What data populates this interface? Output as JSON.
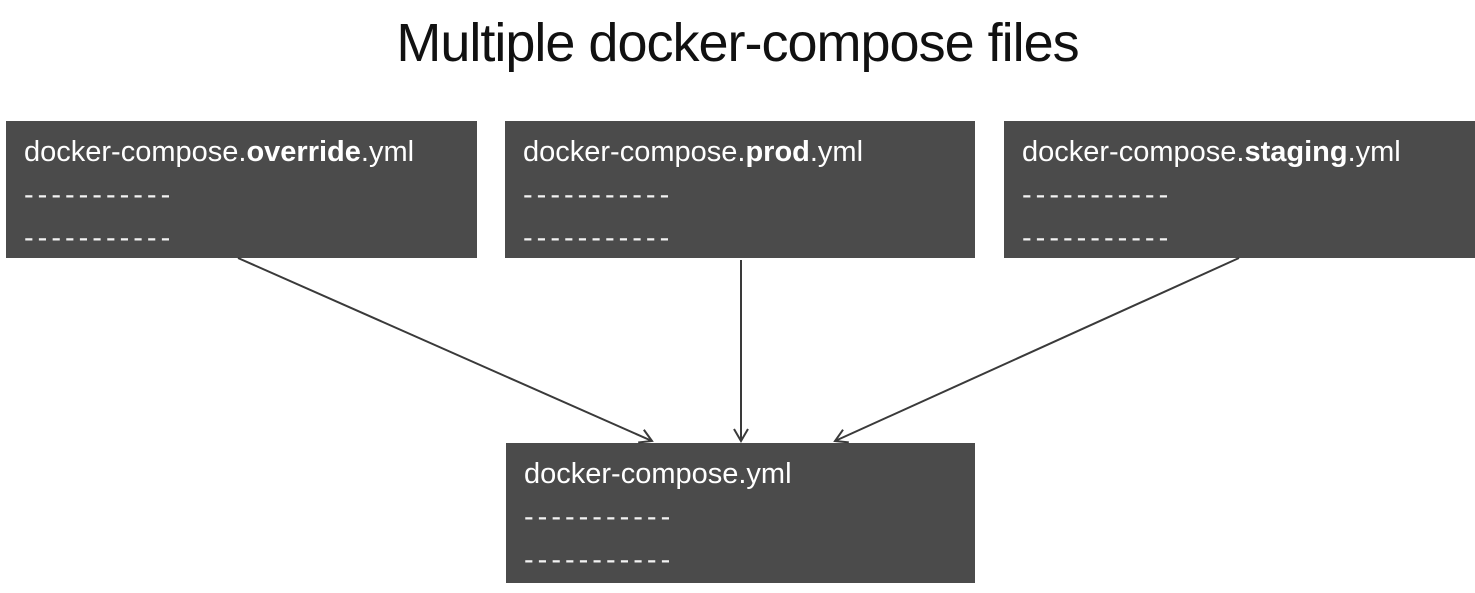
{
  "page": {
    "title": "Multiple docker-compose files"
  },
  "colors": {
    "box_background": "#4b4b4b",
    "box_text": "#ffffff",
    "arrow": "#3a3a3a",
    "title_text": "#111111",
    "page_background": "#ffffff"
  },
  "diagram": {
    "boxes": [
      {
        "id": "override",
        "prefix": "docker-compose.",
        "bold": "override",
        "suffix": ".yml",
        "line1": "-----------",
        "line2": "-----------"
      },
      {
        "id": "prod",
        "prefix": "docker-compose.",
        "bold": "prod",
        "suffix": ".yml",
        "line1": "-----------",
        "line2": "-----------"
      },
      {
        "id": "staging",
        "prefix": "docker-compose.",
        "bold": "staging",
        "suffix": ".yml",
        "line1": "-----------",
        "line2": "-----------"
      },
      {
        "id": "base",
        "prefix": "docker-compose.yml",
        "bold": "",
        "suffix": "",
        "line1": "-----------",
        "line2": "-----------"
      }
    ],
    "arrows": [
      {
        "from": "docker-compose.override.yml",
        "to": "docker-compose.yml"
      },
      {
        "from": "docker-compose.prod.yml",
        "to": "docker-compose.yml"
      },
      {
        "from": "docker-compose.staging.yml",
        "to": "docker-compose.yml"
      }
    ]
  }
}
